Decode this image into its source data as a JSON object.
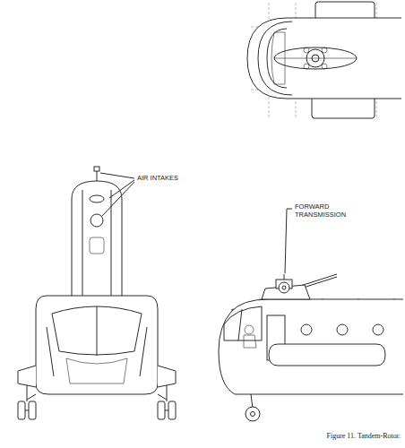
{
  "diagram": {
    "caption": "Figure 11. Tandem-Rotor.",
    "labels": [
      "AIR INTAKES",
      "FORWARD TRANSMISSION"
    ]
  }
}
